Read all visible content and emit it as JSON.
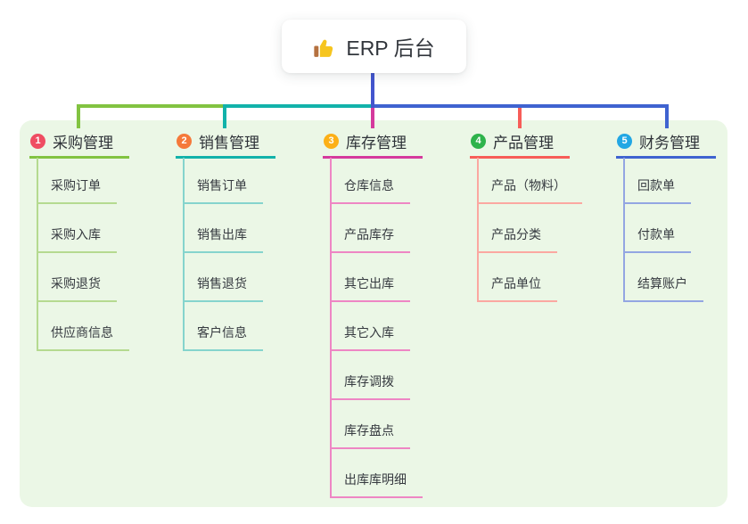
{
  "root": {
    "label": "ERP 后台",
    "icon": "thumbs-up-icon"
  },
  "colors": {
    "canvas": "#ffffff",
    "panel": "#ebf7e6",
    "root_line": "#4355ce",
    "root_text": "#32363c",
    "thumb_yellow": "#f6c51f",
    "thumb_cuff": "#b5713f"
  },
  "branches": [
    {
      "number": "1",
      "label": "采购管理",
      "badge_color": "#ef4d62",
      "line_color": "#82c341",
      "child_line_color": "#b5da90",
      "children": [
        "采购订单",
        "采购入库",
        "采购退货",
        "供应商信息"
      ]
    },
    {
      "number": "2",
      "label": "销售管理",
      "badge_color": "#f5793a",
      "line_color": "#12b2aa",
      "child_line_color": "#85d4cd",
      "children": [
        "销售订单",
        "销售出库",
        "销售退货",
        "客户信息"
      ]
    },
    {
      "number": "3",
      "label": "库存管理",
      "badge_color": "#fcb017",
      "line_color": "#d53a9d",
      "child_line_color": "#ee86c4",
      "children": [
        "仓库信息",
        "产品库存",
        "其它出库",
        "其它入库",
        "库存调拨",
        "库存盘点",
        "出库库明细"
      ]
    },
    {
      "number": "4",
      "label": "产品管理",
      "badge_color": "#2eb34b",
      "line_color": "#f75d58",
      "child_line_color": "#fba8a1",
      "children": [
        "产品（物料）",
        "产品分类",
        "产品单位"
      ]
    },
    {
      "number": "5",
      "label": "财务管理",
      "badge_color": "#22a7e4",
      "line_color": "#3f63d0",
      "child_line_color": "#93a6e2",
      "children": [
        "回款单",
        "付款单",
        "结算账户"
      ]
    }
  ]
}
